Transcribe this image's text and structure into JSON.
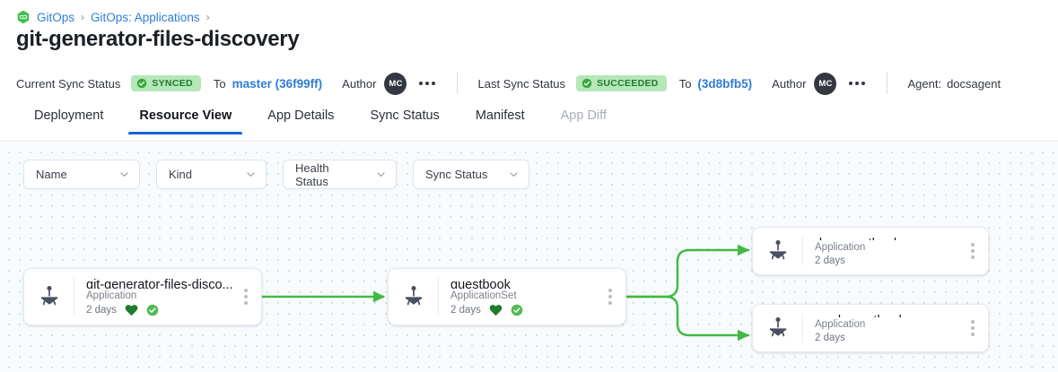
{
  "breadcrumb": {
    "logo_icon": "gitops-logo-icon",
    "items": [
      {
        "label": "GitOps"
      },
      {
        "label": "GitOps: Applications"
      }
    ],
    "separator": "›"
  },
  "page_title": "git-generator-files-discovery",
  "statusbar": {
    "current": {
      "label": "Current Sync Status",
      "badge": "SYNCED",
      "to_label": "To",
      "revision": "master (36f99ff)",
      "author_label": "Author",
      "avatar_initials": "MC",
      "menu_icon": "more-horizontal-icon"
    },
    "last": {
      "label": "Last Sync Status",
      "badge": "SUCCEEDED",
      "to_label": "To",
      "revision": "(3d8bfb5)",
      "author_label": "Author",
      "avatar_initials": "MC",
      "menu_icon": "more-horizontal-icon"
    },
    "agent_label": "Agent:",
    "agent_value": "docsagent"
  },
  "tabs": [
    {
      "label": "Deployment",
      "state": "normal"
    },
    {
      "label": "Resource View",
      "state": "active"
    },
    {
      "label": "App Details",
      "state": "normal"
    },
    {
      "label": "Sync Status",
      "state": "normal"
    },
    {
      "label": "Manifest",
      "state": "normal"
    },
    {
      "label": "App Diff",
      "state": "disabled"
    }
  ],
  "filters": [
    {
      "label": "Name",
      "icon": "chevron-down-icon"
    },
    {
      "label": "Kind",
      "icon": "chevron-down-icon"
    },
    {
      "label": "Health Status",
      "icon": "chevron-down-icon"
    },
    {
      "label": "Sync Status",
      "icon": "chevron-down-icon"
    }
  ],
  "graph": {
    "nodes": [
      {
        "id": "root",
        "title": "git-generator-files-disco...",
        "kind": "Application",
        "age": "2 days",
        "health": "healthy",
        "sync": "synced",
        "icon": "argo-application-icon",
        "menu_icon": "more-vertical-icon"
      },
      {
        "id": "appset",
        "title": "guestbook",
        "kind": "ApplicationSet",
        "age": "2 days",
        "health": "healthy",
        "sync": "synced",
        "icon": "argo-application-icon",
        "menu_icon": "more-vertical-icon"
      },
      {
        "id": "dev",
        "title": "dev-guestbook",
        "kind": "Application",
        "age": "2 days",
        "health": null,
        "sync": null,
        "icon": "argo-application-icon",
        "menu_icon": "more-vertical-icon"
      },
      {
        "id": "prod",
        "title": "prod-guestbook",
        "kind": "Application",
        "age": "2 days",
        "health": null,
        "sync": null,
        "icon": "argo-application-icon",
        "menu_icon": "more-vertical-icon"
      }
    ],
    "edges": [
      {
        "from": "root",
        "to": "appset"
      },
      {
        "from": "appset",
        "to": "dev"
      },
      {
        "from": "appset",
        "to": "prod"
      }
    ]
  },
  "colors": {
    "link": "#2e7dd7",
    "badge_bg": "#b6e7b8",
    "badge_text": "#1f7a31",
    "edge_green": "#42b944",
    "health_green": "#1e7c2c",
    "tab_active": "#1668d6",
    "canvas_bg": "#f7fbfd",
    "grid_dot": "#d3e0ec"
  }
}
